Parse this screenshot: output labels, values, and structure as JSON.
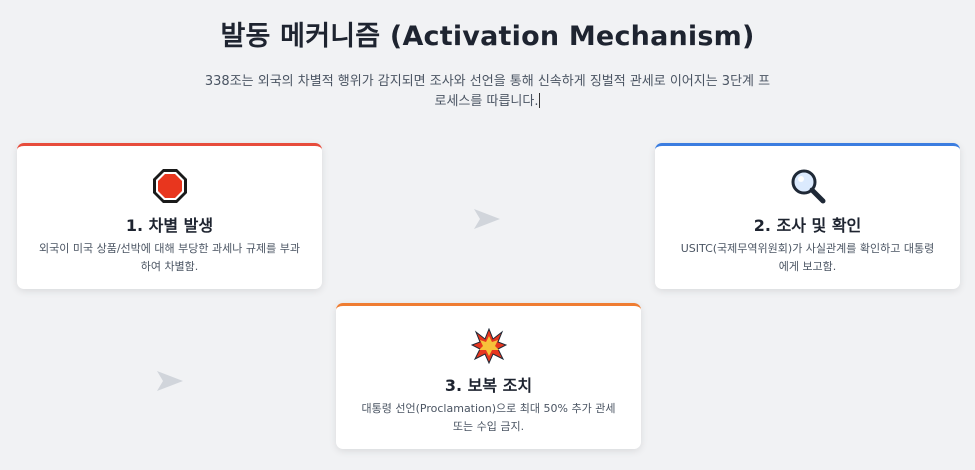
{
  "header": {
    "title": "발동 메커니즘 (Activation Mechanism)",
    "subtitle": "338조는 외국의 차별적 행위가 감지되면 조사와 선언을 통해 신속하게 징벌적 관세로 이어지는 3단계 프로세스를 따릅니다."
  },
  "steps": [
    {
      "title": "1. 차별 발생",
      "description": "외국이 미국 상품/선박에 대해 부당한 과세나 규제를 부과하여 차별함.",
      "icon": "stop-sign-icon",
      "accent": "#e74c3c"
    },
    {
      "title": "2. 조사 및 확인",
      "description": "USITC(국제무역위원회)가 사실관계를 확인하고 대통령에게 보고함.",
      "icon": "magnifying-glass-icon",
      "accent": "#3b7de0"
    },
    {
      "title": "3. 보복 조치",
      "description": "대통령 선언(Proclamation)으로 최대 50% 추가 관세 또는 수입 금지.",
      "icon": "collision-icon",
      "accent": "#ef7d32"
    }
  ],
  "arrows": {
    "icon": "arrow-right-icon",
    "color": "#d1d5db"
  }
}
